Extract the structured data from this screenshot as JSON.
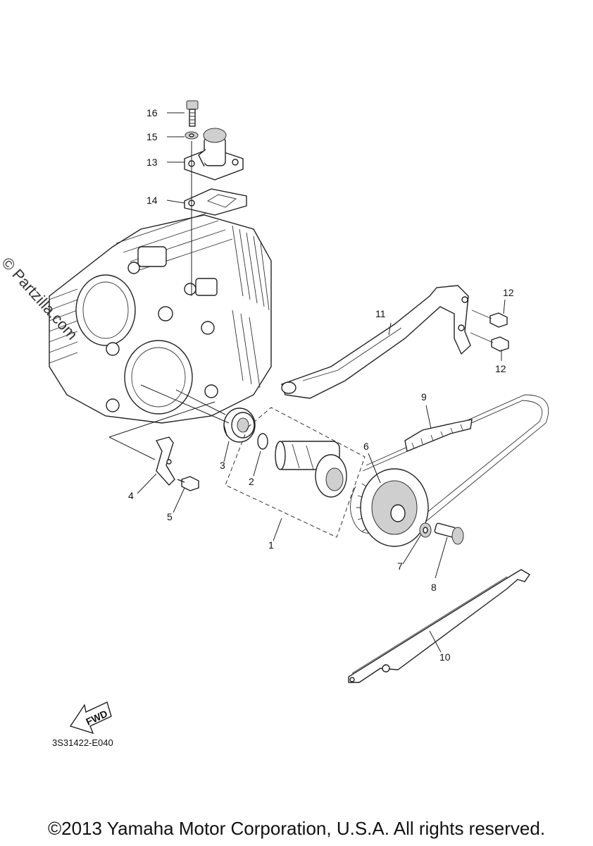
{
  "watermark": "© Partzilla.com",
  "diagram_code": "3S31422-E040",
  "copyright": "©2013 Yamaha Motor Corporation, U.S.A. All rights reserved.",
  "fwd_label": "FWD",
  "callouts": {
    "c1": "1",
    "c2": "2",
    "c3": "3",
    "c4": "4",
    "c5": "5",
    "c6": "6",
    "c7": "7",
    "c8": "8",
    "c9": "9",
    "c10": "10",
    "c11": "11",
    "c12a": "12",
    "c12b": "12",
    "c13": "13",
    "c14": "14",
    "c15": "15",
    "c16": "16"
  }
}
